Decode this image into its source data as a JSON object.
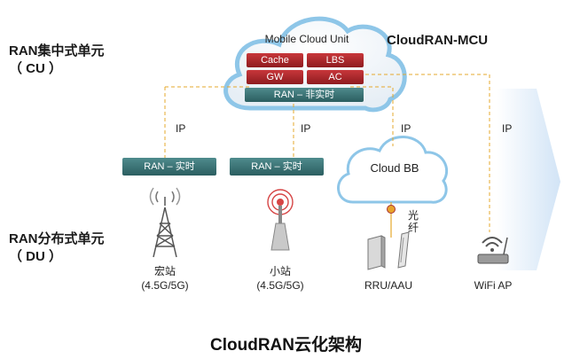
{
  "cu": {
    "side_line1": "RAN集中式单元",
    "side_line2": "（ CU ）",
    "cloud_title": "Mobile Cloud Unit",
    "modules": [
      "Cache",
      "LBS",
      "GW",
      "AC"
    ],
    "nrt_box": "RAN – 非实时",
    "mcu_label": "CloudRAN-MCU"
  },
  "du": {
    "side_line1": "RAN分布式单元",
    "side_line2": "（ DU ）",
    "rt_box_1": "RAN – 实时",
    "rt_box_2": "RAN – 实时",
    "cloud_bb": "Cloud BB",
    "fiber_label_1": "光",
    "fiber_label_2": "纤"
  },
  "links": [
    "IP",
    "IP",
    "IP",
    "IP"
  ],
  "devices": [
    {
      "line1": "宏站",
      "line2": "(4.5G/5G)",
      "icon": "tower-icon"
    },
    {
      "line1": "小站",
      "line2": "(4.5G/5G)",
      "icon": "small-cell-icon"
    },
    {
      "line1": "RRU/AAU",
      "line2": "",
      "icon": "rru-icon"
    },
    {
      "line1": "WiFi AP",
      "line2": "",
      "icon": "wifi-router-icon"
    }
  ],
  "title": "CloudRAN云化架构",
  "colors": {
    "module_red": "#b0272b",
    "box_teal": "#3c7274",
    "link_dash": "#e6a82c",
    "arrow": "#d2e4f6"
  }
}
